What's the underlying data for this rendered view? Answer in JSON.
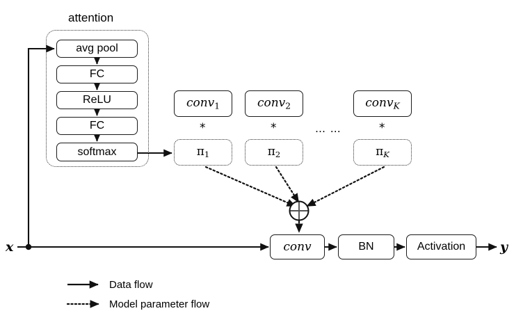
{
  "figure": {
    "type": "diagram",
    "title": "Dynamic convolution attention block schematic",
    "background": "#ffffff",
    "stroke_color": "#1a1a1a"
  },
  "attention_group": {
    "label": "attention",
    "items": [
      {
        "label": "avg pool",
        "name": "avg-pool-box"
      },
      {
        "label": "FC",
        "name": "fc-1-box"
      },
      {
        "label": "ReLU",
        "name": "relu-box"
      },
      {
        "label": "FC",
        "name": "fc-2-box"
      },
      {
        "label": "softmax",
        "name": "softmax-box"
      }
    ]
  },
  "kernels": {
    "operator": "*",
    "ellipsis": "… …",
    "conv_boxes": [
      {
        "base": "conv",
        "index": "1"
      },
      {
        "base": "conv",
        "index": "2"
      },
      {
        "base": "conv",
        "index": "K"
      }
    ],
    "weight_boxes": [
      {
        "base": "π",
        "index": "1"
      },
      {
        "base": "π",
        "index": "2"
      },
      {
        "base": "π",
        "index": "K"
      }
    ]
  },
  "aggregator": {
    "symbol": "⊕",
    "name": "weighted-sum-node"
  },
  "main_path": {
    "input_label": "x",
    "output_label": "y",
    "stages": [
      {
        "label": "conv",
        "style": "italic-serif"
      },
      {
        "label": "BN",
        "style": "normal"
      },
      {
        "label": "Activation",
        "style": "normal"
      }
    ]
  },
  "legend": {
    "entries": [
      {
        "label": "Data flow",
        "line": "solid"
      },
      {
        "label": "Model parameter flow",
        "line": "dotted"
      }
    ]
  }
}
